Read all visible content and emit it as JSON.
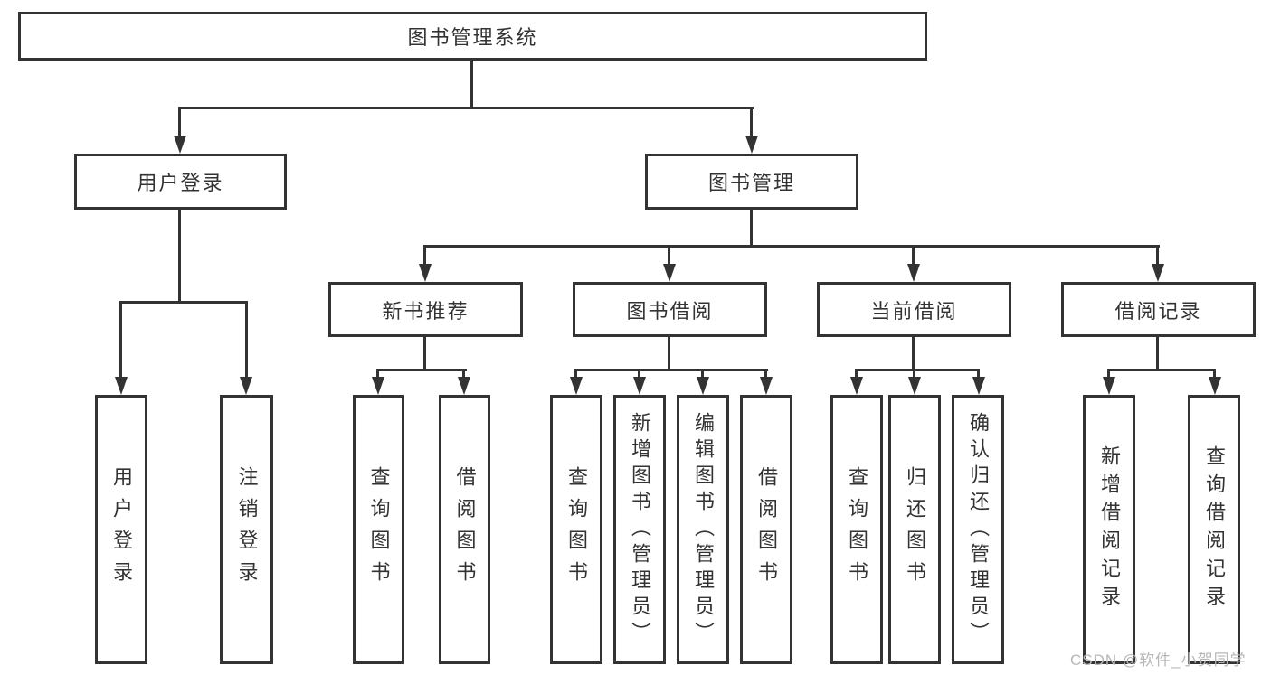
{
  "tree": {
    "label": "图书管理系统",
    "children": [
      {
        "label": "用户登录",
        "children": [
          {
            "label": "用户登录"
          },
          {
            "label": "注销登录"
          }
        ]
      },
      {
        "label": "图书管理",
        "children": [
          {
            "label": "新书推荐",
            "children": [
              {
                "label": "查询图书"
              },
              {
                "label": "借阅图书"
              }
            ]
          },
          {
            "label": "图书借阅",
            "children": [
              {
                "label": "查询图书"
              },
              {
                "label": "新增图书（管理员）"
              },
              {
                "label": "编辑图书（管理员）"
              },
              {
                "label": "借阅图书"
              }
            ]
          },
          {
            "label": "当前借阅",
            "children": [
              {
                "label": "查询图书"
              },
              {
                "label": "归还图书"
              },
              {
                "label": "确认归还（管理员）"
              }
            ]
          },
          {
            "label": "借阅记录",
            "children": [
              {
                "label": "新增借阅记录"
              },
              {
                "label": "查询借阅记录"
              }
            ]
          }
        ]
      }
    ]
  },
  "watermark": "CSDN @软件_小贺同学",
  "colors": {
    "line": "#333333",
    "box_border": "#333333",
    "box_fill": "#ffffff",
    "text": "#333333",
    "watermark": "#b7b7b7",
    "background": "#ffffff"
  }
}
